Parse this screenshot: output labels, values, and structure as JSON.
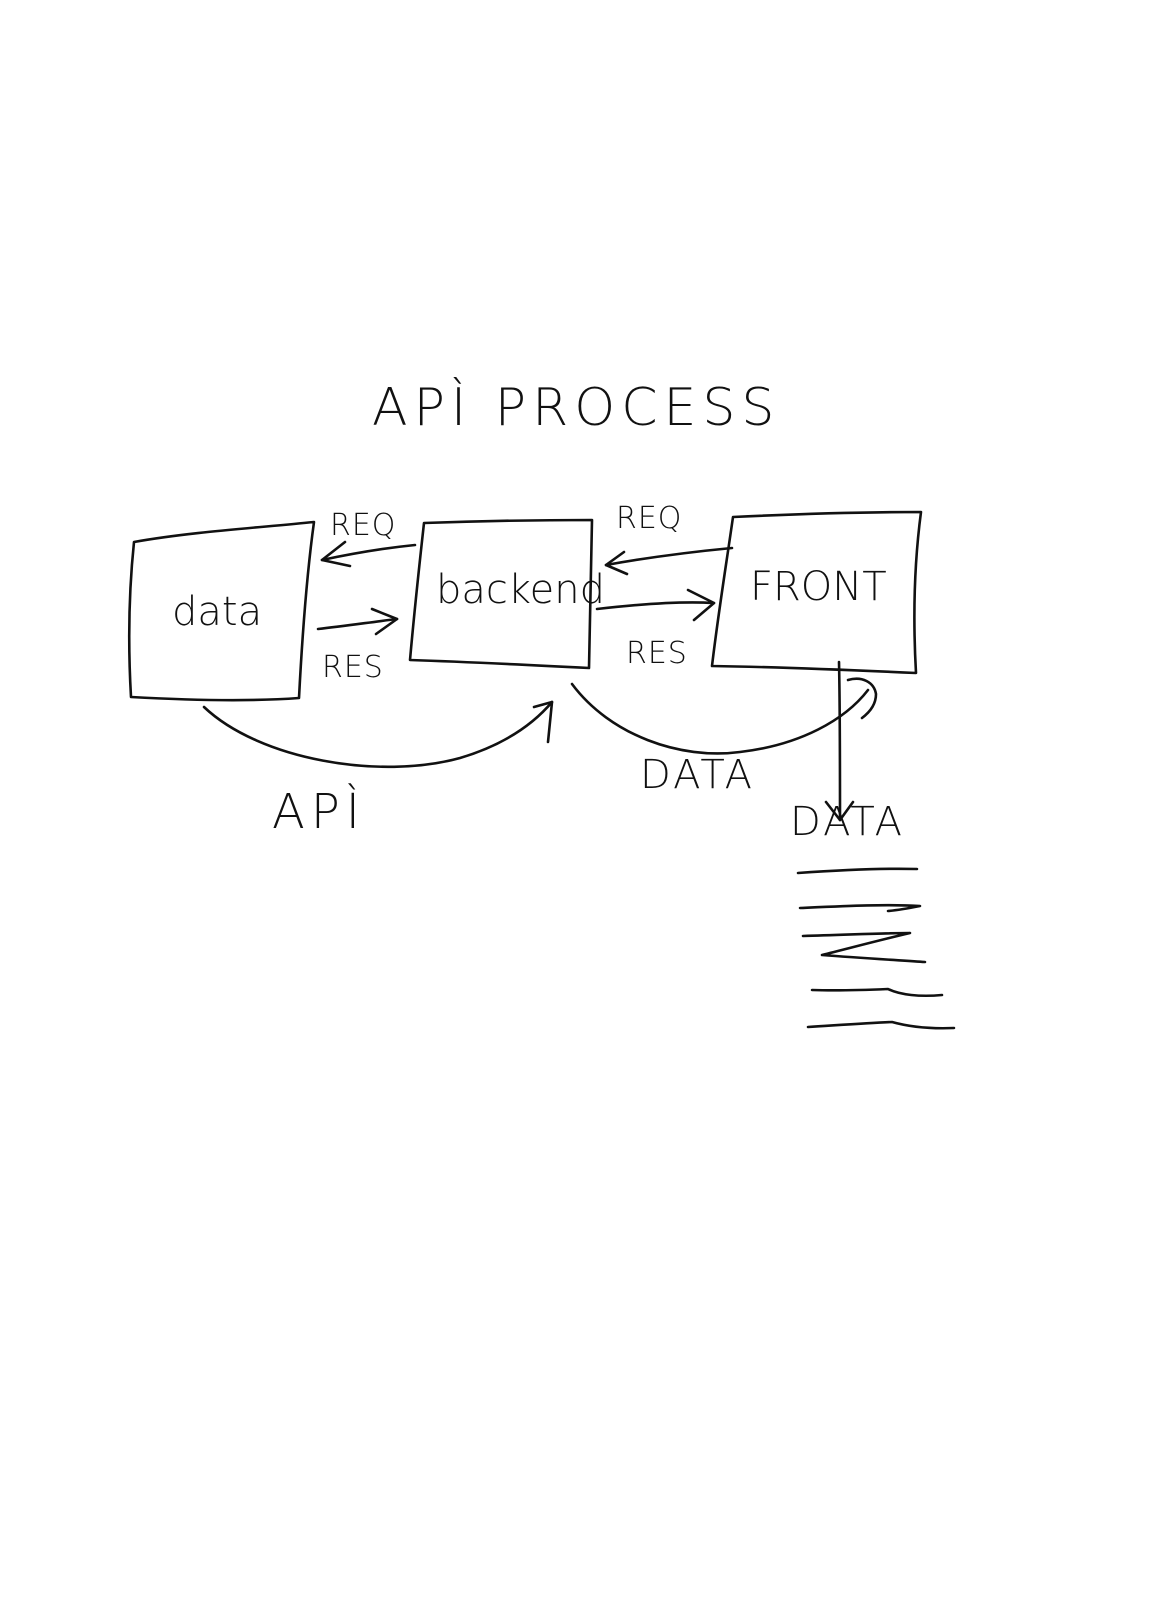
{
  "title": "APÌ PROCESS",
  "nodes": {
    "data": "data",
    "backend": "backend",
    "front": "FRONT"
  },
  "edge_labels": {
    "backend_to_data_request": "REQ",
    "data_to_backend_response": "RES",
    "front_to_backend_request": "REQ",
    "backend_to_front_response": "RES"
  },
  "curve_labels": {
    "api": "APÌ",
    "data_backend_to_front": "DATA",
    "data_from_front": "DATA"
  },
  "colors": {
    "ink": "#111111",
    "background": "#ffffff"
  }
}
